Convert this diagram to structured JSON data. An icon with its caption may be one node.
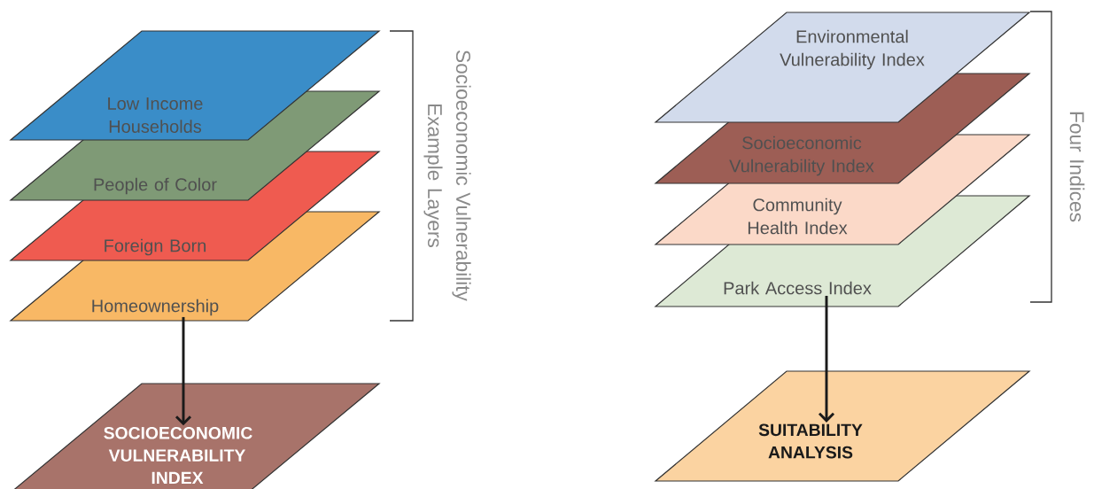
{
  "diagram": {
    "nodes": [
      {
        "text": [
          "Low Income Households"
        ]
      },
      {
        "text": [
          "People of Color"
        ]
      },
      {
        "text": [
          "Foreign Born"
        ]
      },
      {
        "text": [
          "Homeownership"
        ]
      },
      {
        "text": [
          "SOCIOECONOMIC VULNERABILITY INDEX"
        ]
      },
      {
        "text": [
          "Environmental Vulnerability Index"
        ]
      },
      {
        "text": [
          "Socioeconomic Vulnerability Index"
        ]
      },
      {
        "text": [
          "Community Health Index"
        ]
      },
      {
        "text": [
          "Park Access Index"
        ]
      },
      {
        "text": [
          "SUITABILITY ANALYSIS"
        ]
      }
    ],
    "edges": [
      {
        "from": 3,
        "to": 4,
        "arrow": "to"
      },
      {
        "from": 8,
        "to": 9,
        "arrow": "to"
      }
    ],
    "labels": [
      "Socioeconomic Vulnerability Example Layers",
      "Four Indices"
    ]
  }
}
